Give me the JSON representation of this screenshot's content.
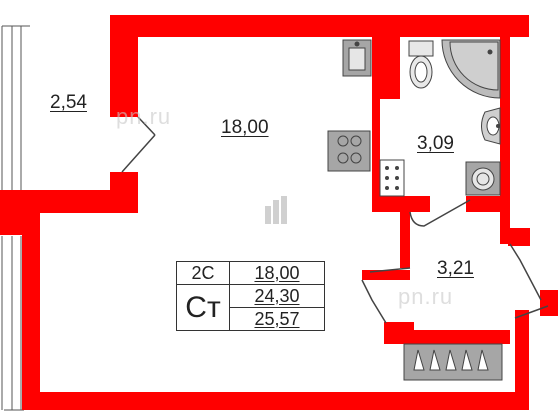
{
  "rooms": {
    "balcony": "2,54",
    "living": "18,00",
    "bathroom": "3,09",
    "hallway": "3,21"
  },
  "info_table": {
    "code": "2C",
    "type": "Ст",
    "area_living": "18,00",
    "area_total": "24,30",
    "area_with_balcony": "25,57"
  },
  "watermarks": [
    "pn.ru",
    "pn.ru"
  ],
  "colors": {
    "wall": "#ff0000",
    "fixture_fill": "#a6a6a6",
    "fixture_line": "#444444",
    "background": "#ffffff"
  }
}
